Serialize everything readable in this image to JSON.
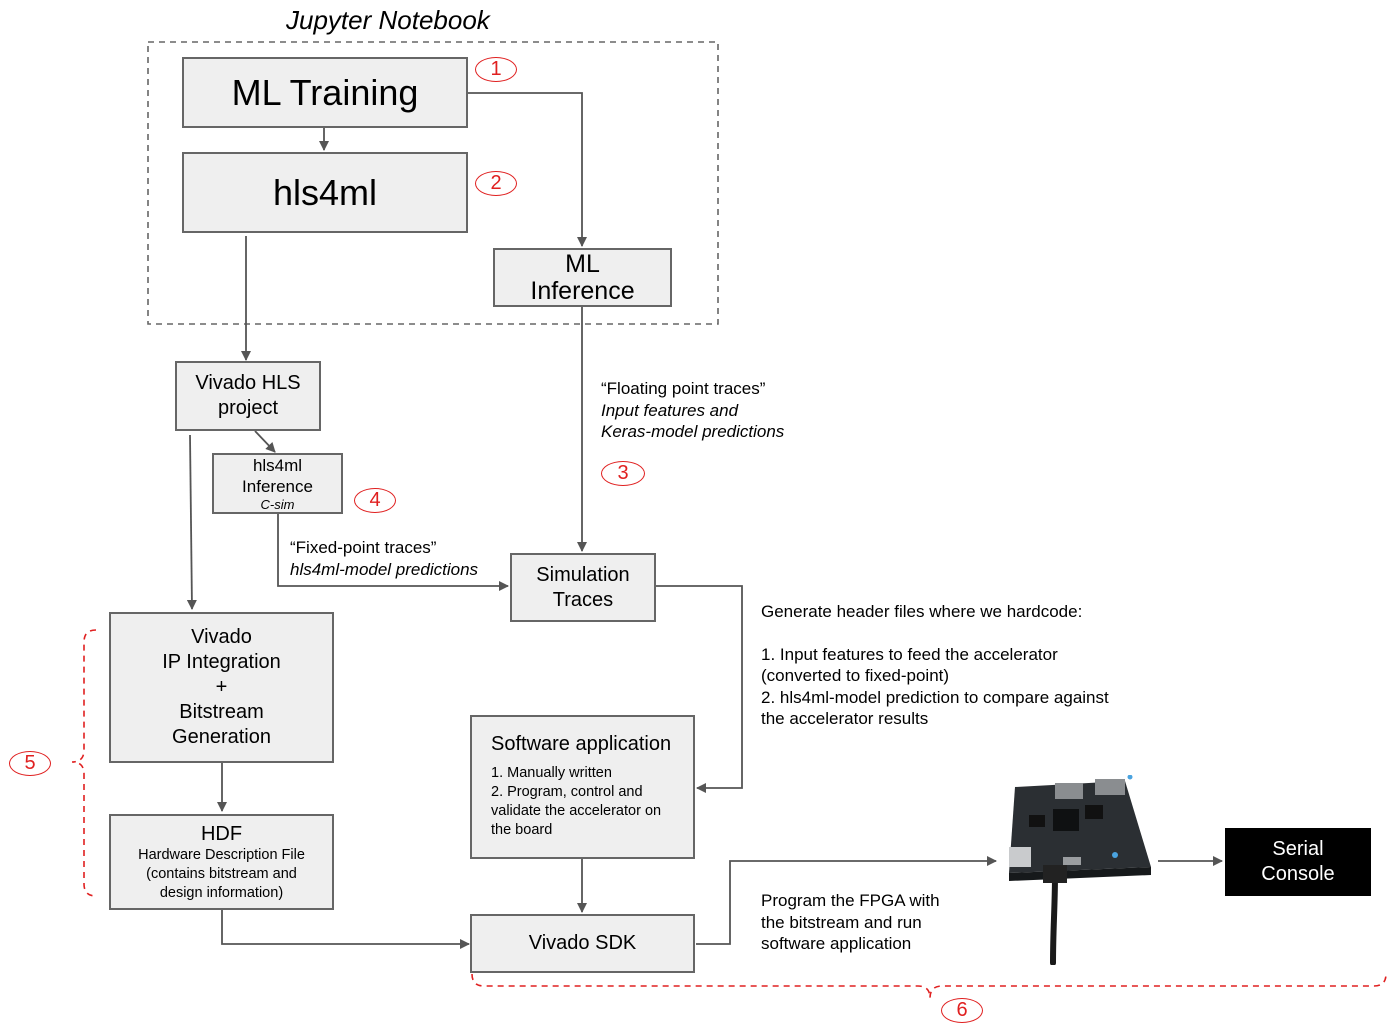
{
  "frame": {
    "title": "Jupyter Notebook"
  },
  "boxes": {
    "ml_training": "ML Training",
    "hls4ml": "hls4ml",
    "ml_inference": [
      "ML",
      "Inference"
    ],
    "vivado_hls": [
      "Vivado HLS",
      "project"
    ],
    "hls4ml_inference": [
      "hls4ml",
      "Inference",
      "C-sim"
    ],
    "simulation_traces": [
      "Simulation",
      "Traces"
    ],
    "vivado_ip": [
      "Vivado",
      "IP Integration",
      "+",
      "Bitstream",
      "Generation"
    ],
    "hdf": [
      "HDF",
      "Hardware Description File",
      "(contains bitstream and",
      "design information)"
    ],
    "software_app": {
      "title": "Software application",
      "items": [
        "1. Manually written",
        "2. Program, control and",
        "validate the accelerator on",
        "the board"
      ]
    },
    "vivado_sdk": "Vivado SDK",
    "serial_console": [
      "Serial",
      "Console"
    ]
  },
  "annotations": {
    "floating_traces": [
      "“Floating point traces”",
      "Input features and",
      "Keras-model predictions"
    ],
    "fixed_traces": [
      "“Fixed-point traces”",
      "hls4ml-model predictions"
    ],
    "header_files": [
      "Generate header files where we hardcode:",
      "1. Input features to feed the accelerator",
      "(converted to fixed-point)",
      "2. hls4ml-model prediction to compare against",
      "the accelerator results"
    ],
    "program_fpga": [
      "Program the FPGA with",
      "the bitstream and run",
      "software application"
    ]
  },
  "step_numbers": [
    "1",
    "2",
    "3",
    "4",
    "5",
    "6"
  ],
  "colors": {
    "box_fill": "#efefef",
    "box_border": "#666666",
    "accent": "#e02020",
    "console_bg": "#000000"
  }
}
